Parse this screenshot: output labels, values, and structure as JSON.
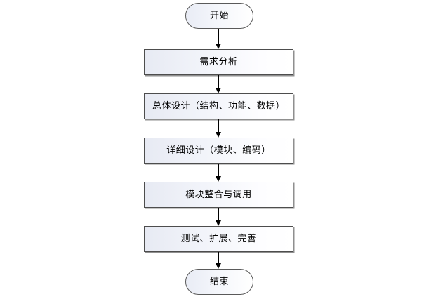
{
  "diagram": {
    "type": "flowchart",
    "orientation": "top-to-bottom",
    "background_color": "#ffffff",
    "node_border_color": "#4d4d4d",
    "node_fill_gradient_from": "#e7eaf3",
    "node_fill_gradient_to": "#ffffff",
    "connector_color": "#000000",
    "nodes": [
      {
        "id": "start",
        "shape": "terminator",
        "label": "开始"
      },
      {
        "id": "req",
        "shape": "process",
        "label": "需求分析"
      },
      {
        "id": "overall",
        "shape": "process",
        "label": "总体设计（结构、功能、数据）"
      },
      {
        "id": "detail",
        "shape": "process",
        "label": "详细设计（模块、编码）"
      },
      {
        "id": "module",
        "shape": "process",
        "label": "模块整合与调用"
      },
      {
        "id": "test",
        "shape": "process",
        "label": "测试、扩展、完善"
      },
      {
        "id": "end",
        "shape": "terminator",
        "label": "结束"
      }
    ],
    "edges": [
      {
        "id": "e1",
        "from": "start",
        "to": "req",
        "arrow": "down"
      },
      {
        "id": "e2",
        "from": "req",
        "to": "overall",
        "arrow": "down"
      },
      {
        "id": "e3",
        "from": "overall",
        "to": "detail",
        "arrow": "down"
      },
      {
        "id": "e4",
        "from": "detail",
        "to": "module",
        "arrow": "down"
      },
      {
        "id": "e5",
        "from": "module",
        "to": "test",
        "arrow": "down"
      },
      {
        "id": "e6",
        "from": "test",
        "to": "end",
        "arrow": "down"
      }
    ]
  }
}
